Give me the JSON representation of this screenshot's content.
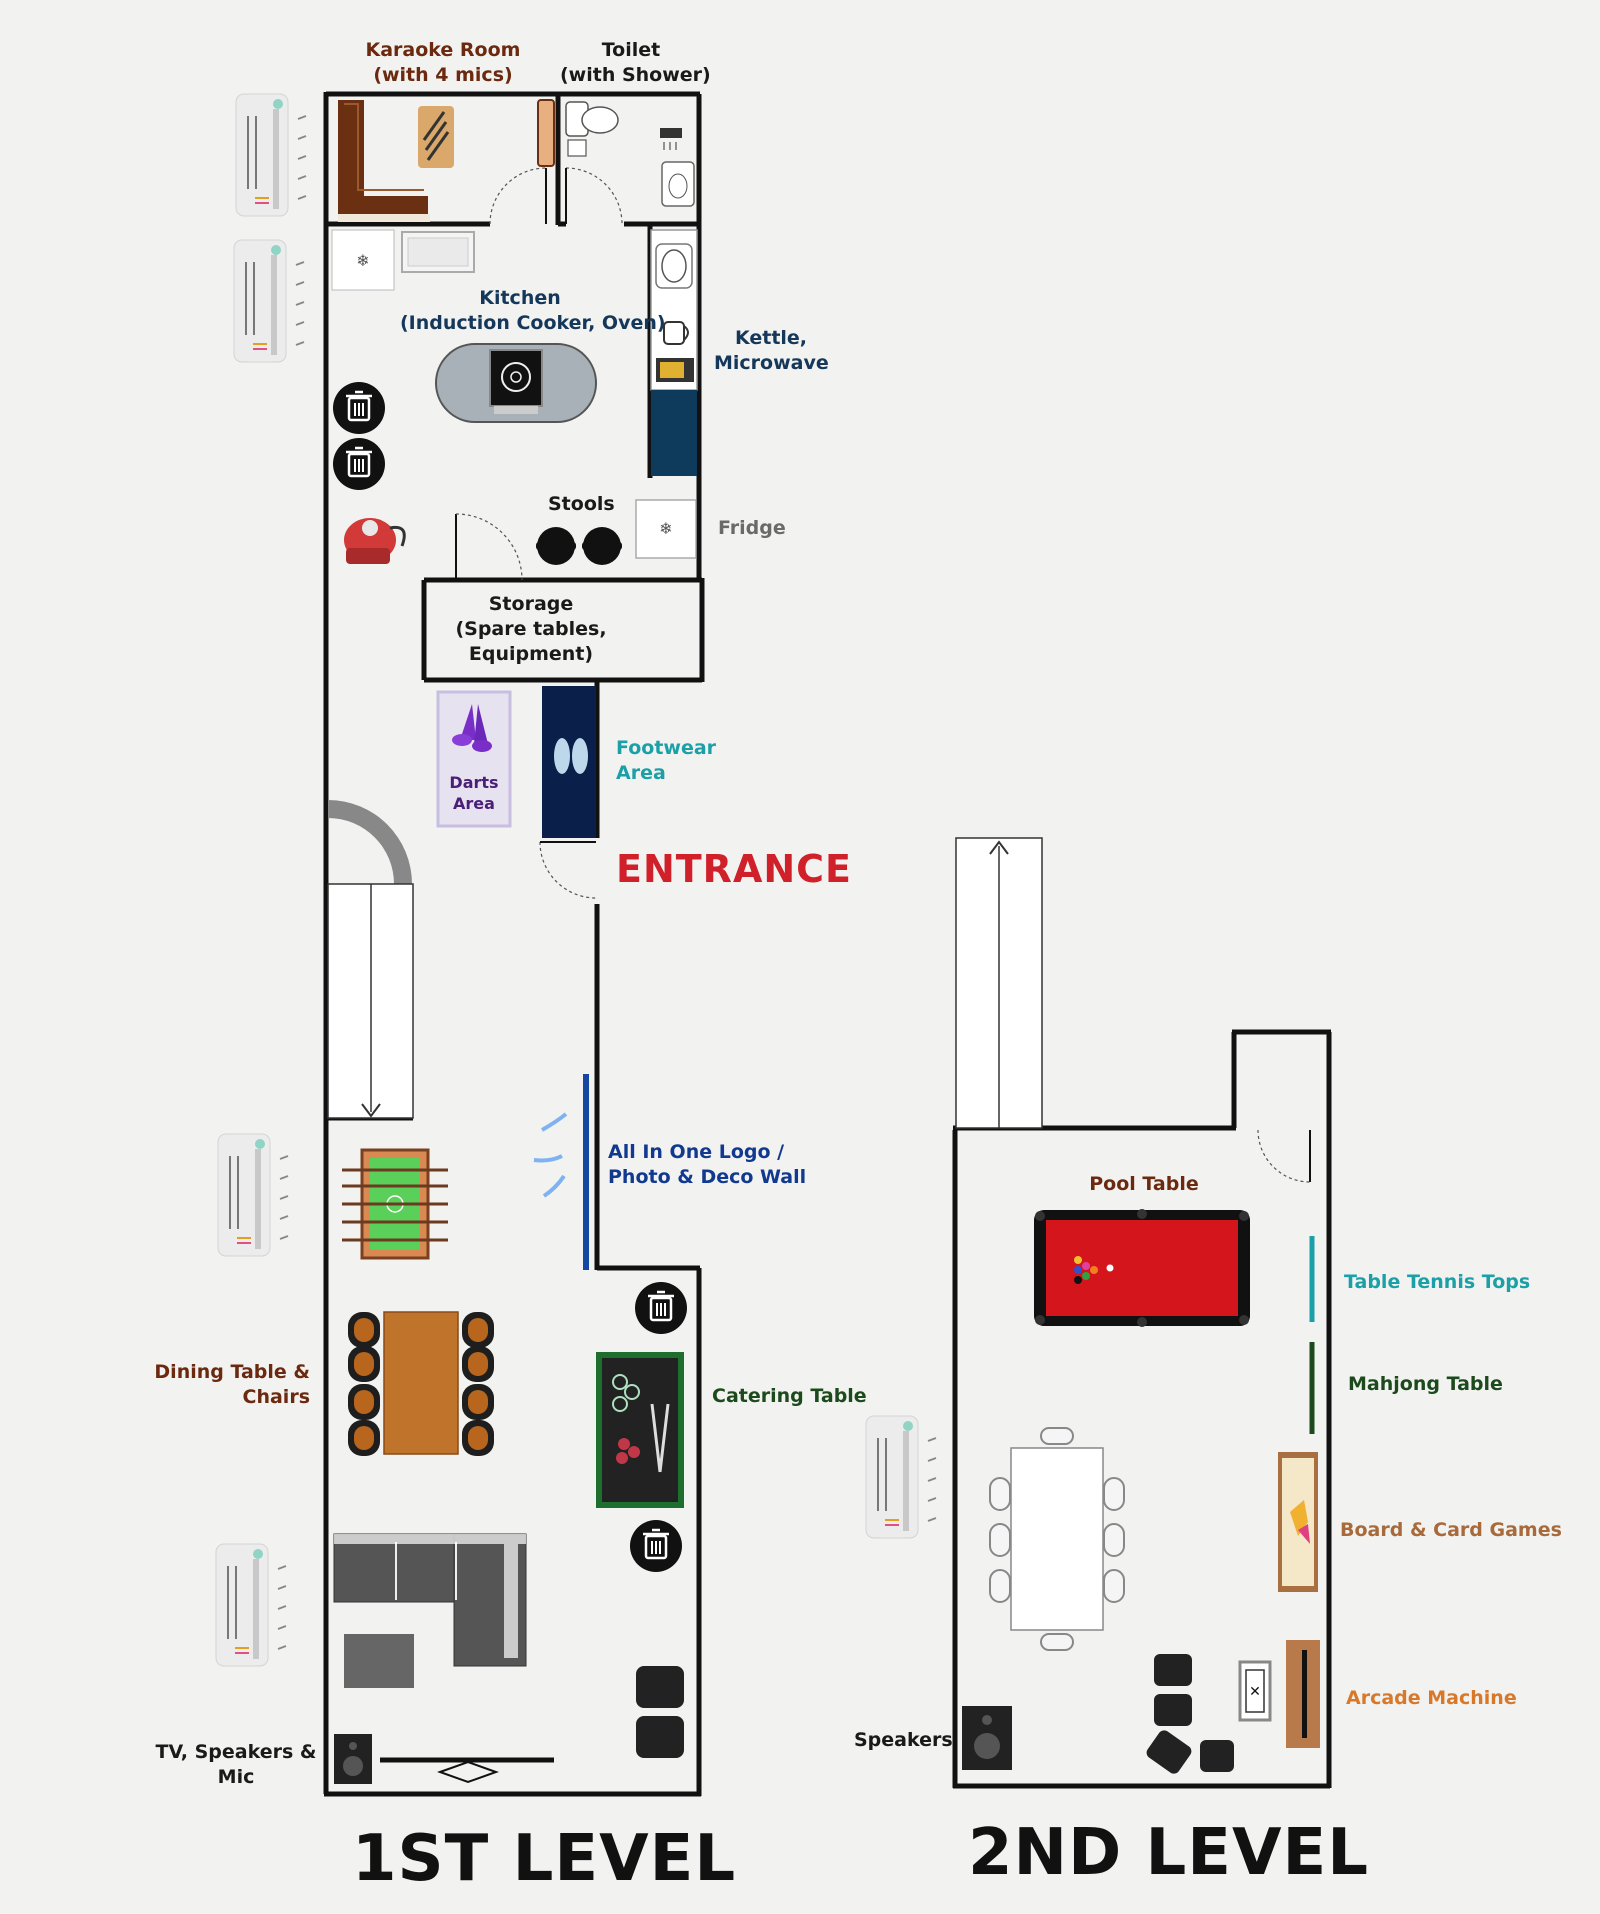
{
  "levels": {
    "first": "1ST LEVEL",
    "second": "2ND LEVEL"
  },
  "first_level": {
    "karaoke_room": "Karaoke Room",
    "karaoke_sub": "(with 4 mics)",
    "toilet": "Toilet",
    "toilet_sub": "(with Shower)",
    "kitchen": "Kitchen",
    "kitchen_sub": "(Induction Cooker, Oven)",
    "kettle": "Kettle,",
    "microwave": "Microwave",
    "stools": "Stools",
    "fridge": "Fridge",
    "storage": "Storage",
    "storage_sub1": "(Spare tables,",
    "storage_sub2": "Equipment)",
    "darts1": "Darts",
    "darts2": "Area",
    "footwear1": "Footwear",
    "footwear2": "Area",
    "entrance": "ENTRANCE",
    "logo_wall1": "All In One Logo /",
    "logo_wall2": "Photo & Deco Wall",
    "dining1": "Dining Table &",
    "dining2": "Chairs",
    "catering": "Catering Table",
    "tv1": "TV, Speakers &",
    "tv2": "Mic"
  },
  "second_level": {
    "pool_table": "Pool Table",
    "table_tennis": "Table Tennis Tops",
    "mahjong": "Mahjong Table",
    "board_games": "Board & Card Games",
    "arcade": "Arcade Machine",
    "speakers": "Speakers"
  },
  "colors": {
    "wall": "#111111",
    "entrance_red": "#d0202a",
    "pool_felt": "#d4151c",
    "footwear_navy": "#0a1f4a",
    "logo_wall_blue": "#1548a0",
    "table_tennis_teal": "#1ba0a8",
    "mahjong_green": "#1c4a1c"
  },
  "icons": [
    "air-conditioner-icon",
    "trash-bin-icon",
    "vacuum-cleaner-icon",
    "dartboard-darts-icon",
    "slippers-icon",
    "foosball-table-icon",
    "sofa-icon",
    "speaker-icon",
    "tv-icon",
    "pool-table-icon",
    "arcade-machine-icon",
    "board-games-icon",
    "stairs-icon",
    "microphone-icon",
    "toilet-icon",
    "sink-icon",
    "kettle-icon",
    "microwave-icon",
    "fridge-icon",
    "stool-icon"
  ]
}
